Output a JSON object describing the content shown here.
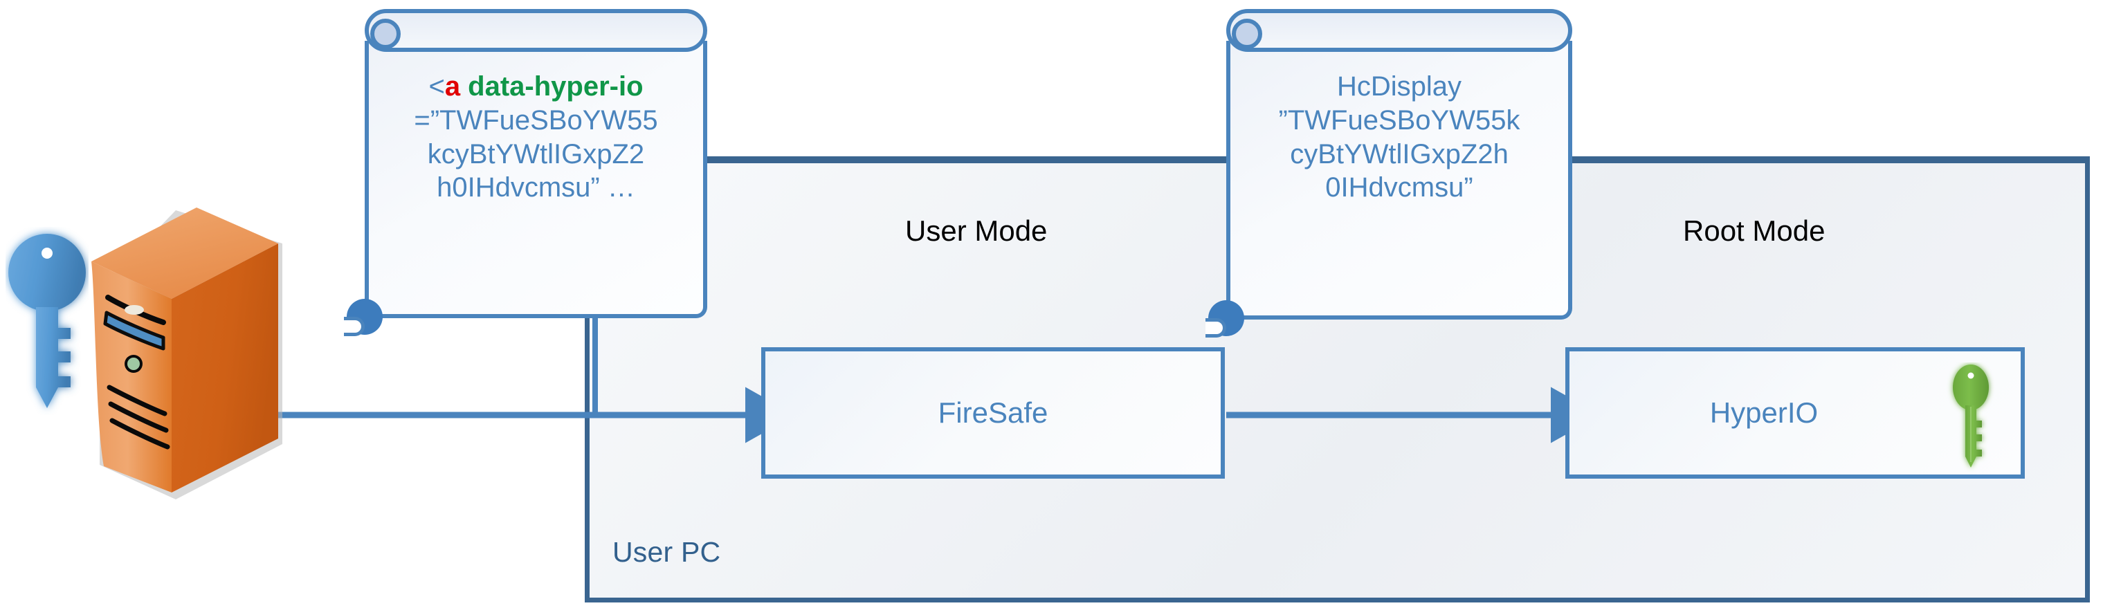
{
  "diagram": {
    "title": "User PC trusted path diagram",
    "container": {
      "label": "User PC"
    },
    "zones": [
      {
        "name": "user-mode",
        "label": "User Mode"
      },
      {
        "name": "root-mode",
        "label": "Root Mode"
      }
    ],
    "process_boxes": [
      {
        "name": "firesafe",
        "label": "FireSafe"
      },
      {
        "name": "hyperio",
        "label": "HyperIO",
        "icon": "green-key-icon"
      }
    ],
    "callouts": [
      {
        "name": "callout-user-mode",
        "lines": [
          {
            "segments": [
              {
                "text": "<",
                "style": "punct"
              },
              {
                "text": "a",
                "style": "tag"
              },
              {
                "text": " data-hyper-io",
                "style": "attr"
              }
            ]
          },
          {
            "segments": [
              {
                "text": "=”TWFueSBoYW55",
                "style": "punct"
              }
            ]
          },
          {
            "segments": [
              {
                "text": "kcyBtYWtlIGxpZ2",
                "style": "punct"
              }
            ]
          },
          {
            "segments": [
              {
                "text": "h0IHdvcmsu” …",
                "style": "punct"
              }
            ]
          }
        ],
        "plain_text": "<a data-hyper-io=”TWFueSBoYW5kcyBtYWtlIGxpZ2h0IHdvcmsu” …"
      },
      {
        "name": "callout-root-mode",
        "lines": [
          {
            "segments": [
              {
                "text": "HcDisplay",
                "style": "punct"
              }
            ]
          },
          {
            "segments": [
              {
                "text": "”TWFueSBoYW55k",
                "style": "punct"
              }
            ]
          },
          {
            "segments": [
              {
                "text": "cyBtYWtlIGxpZ2h",
                "style": "punct"
              }
            ]
          },
          {
            "segments": [
              {
                "text": "0IHdvcmsu”",
                "style": "punct"
              }
            ]
          }
        ],
        "plain_text": "HcDisplay ”TWFueSBoYW5kcyBtYWtlIGxpZ2h0IHdvcmsu”"
      }
    ],
    "icons": [
      {
        "name": "server-tower-icon",
        "color": "#E07B2E"
      },
      {
        "name": "blue-key-icon",
        "color": "#4A8FD0"
      },
      {
        "name": "green-key-icon",
        "color": "#73B446"
      }
    ],
    "colors": {
      "accent_blue": "#4a84bd",
      "container_border": "#3a6590",
      "label_blue": "#32608d",
      "tag_red": "#e00000",
      "attr_green": "#109648",
      "server_orange": "#E07B2E",
      "key_green": "#73B446",
      "key_blue": "#4A8FD0"
    },
    "connectors": [
      {
        "name": "server-to-firesafe-arrow",
        "from": "server-tower-icon",
        "to": "firesafe"
      },
      {
        "name": "firesafe-to-hyperio-arrow",
        "from": "firesafe",
        "to": "hyperio"
      },
      {
        "name": "callout-user-mode-leader",
        "from": "callout-user-mode",
        "to": "user-mode-zone"
      },
      {
        "name": "callout-root-mode-leader",
        "from": "callout-root-mode",
        "to": "root-mode-zone"
      }
    ]
  }
}
